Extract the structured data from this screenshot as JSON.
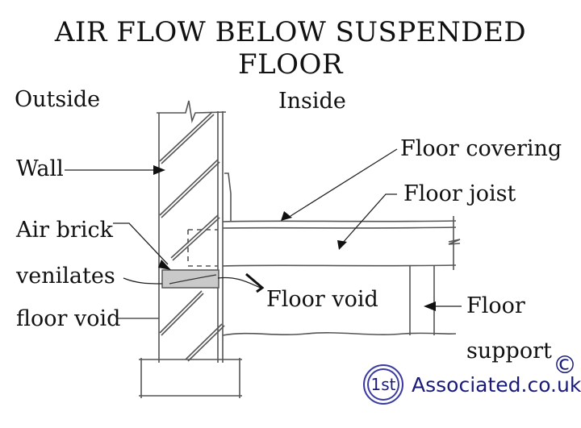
{
  "title": "AIR FLOW BELOW SUSPENDED FLOOR",
  "labels": {
    "outside": "Outside",
    "inside": "Inside",
    "wall": "Wall",
    "air_brick": "Air brick",
    "venilates": "venilates",
    "floor_void_left": "floor void",
    "floor_covering": "Floor covering",
    "floor_joist": "Floor joist",
    "floor_void": "Floor void",
    "floor_support_1": "Floor",
    "floor_support_2": "support"
  },
  "brand": {
    "logo_text": "1st",
    "name": "Associated.co.uk",
    "copyright": "©",
    "color": "#1a1a7a"
  }
}
